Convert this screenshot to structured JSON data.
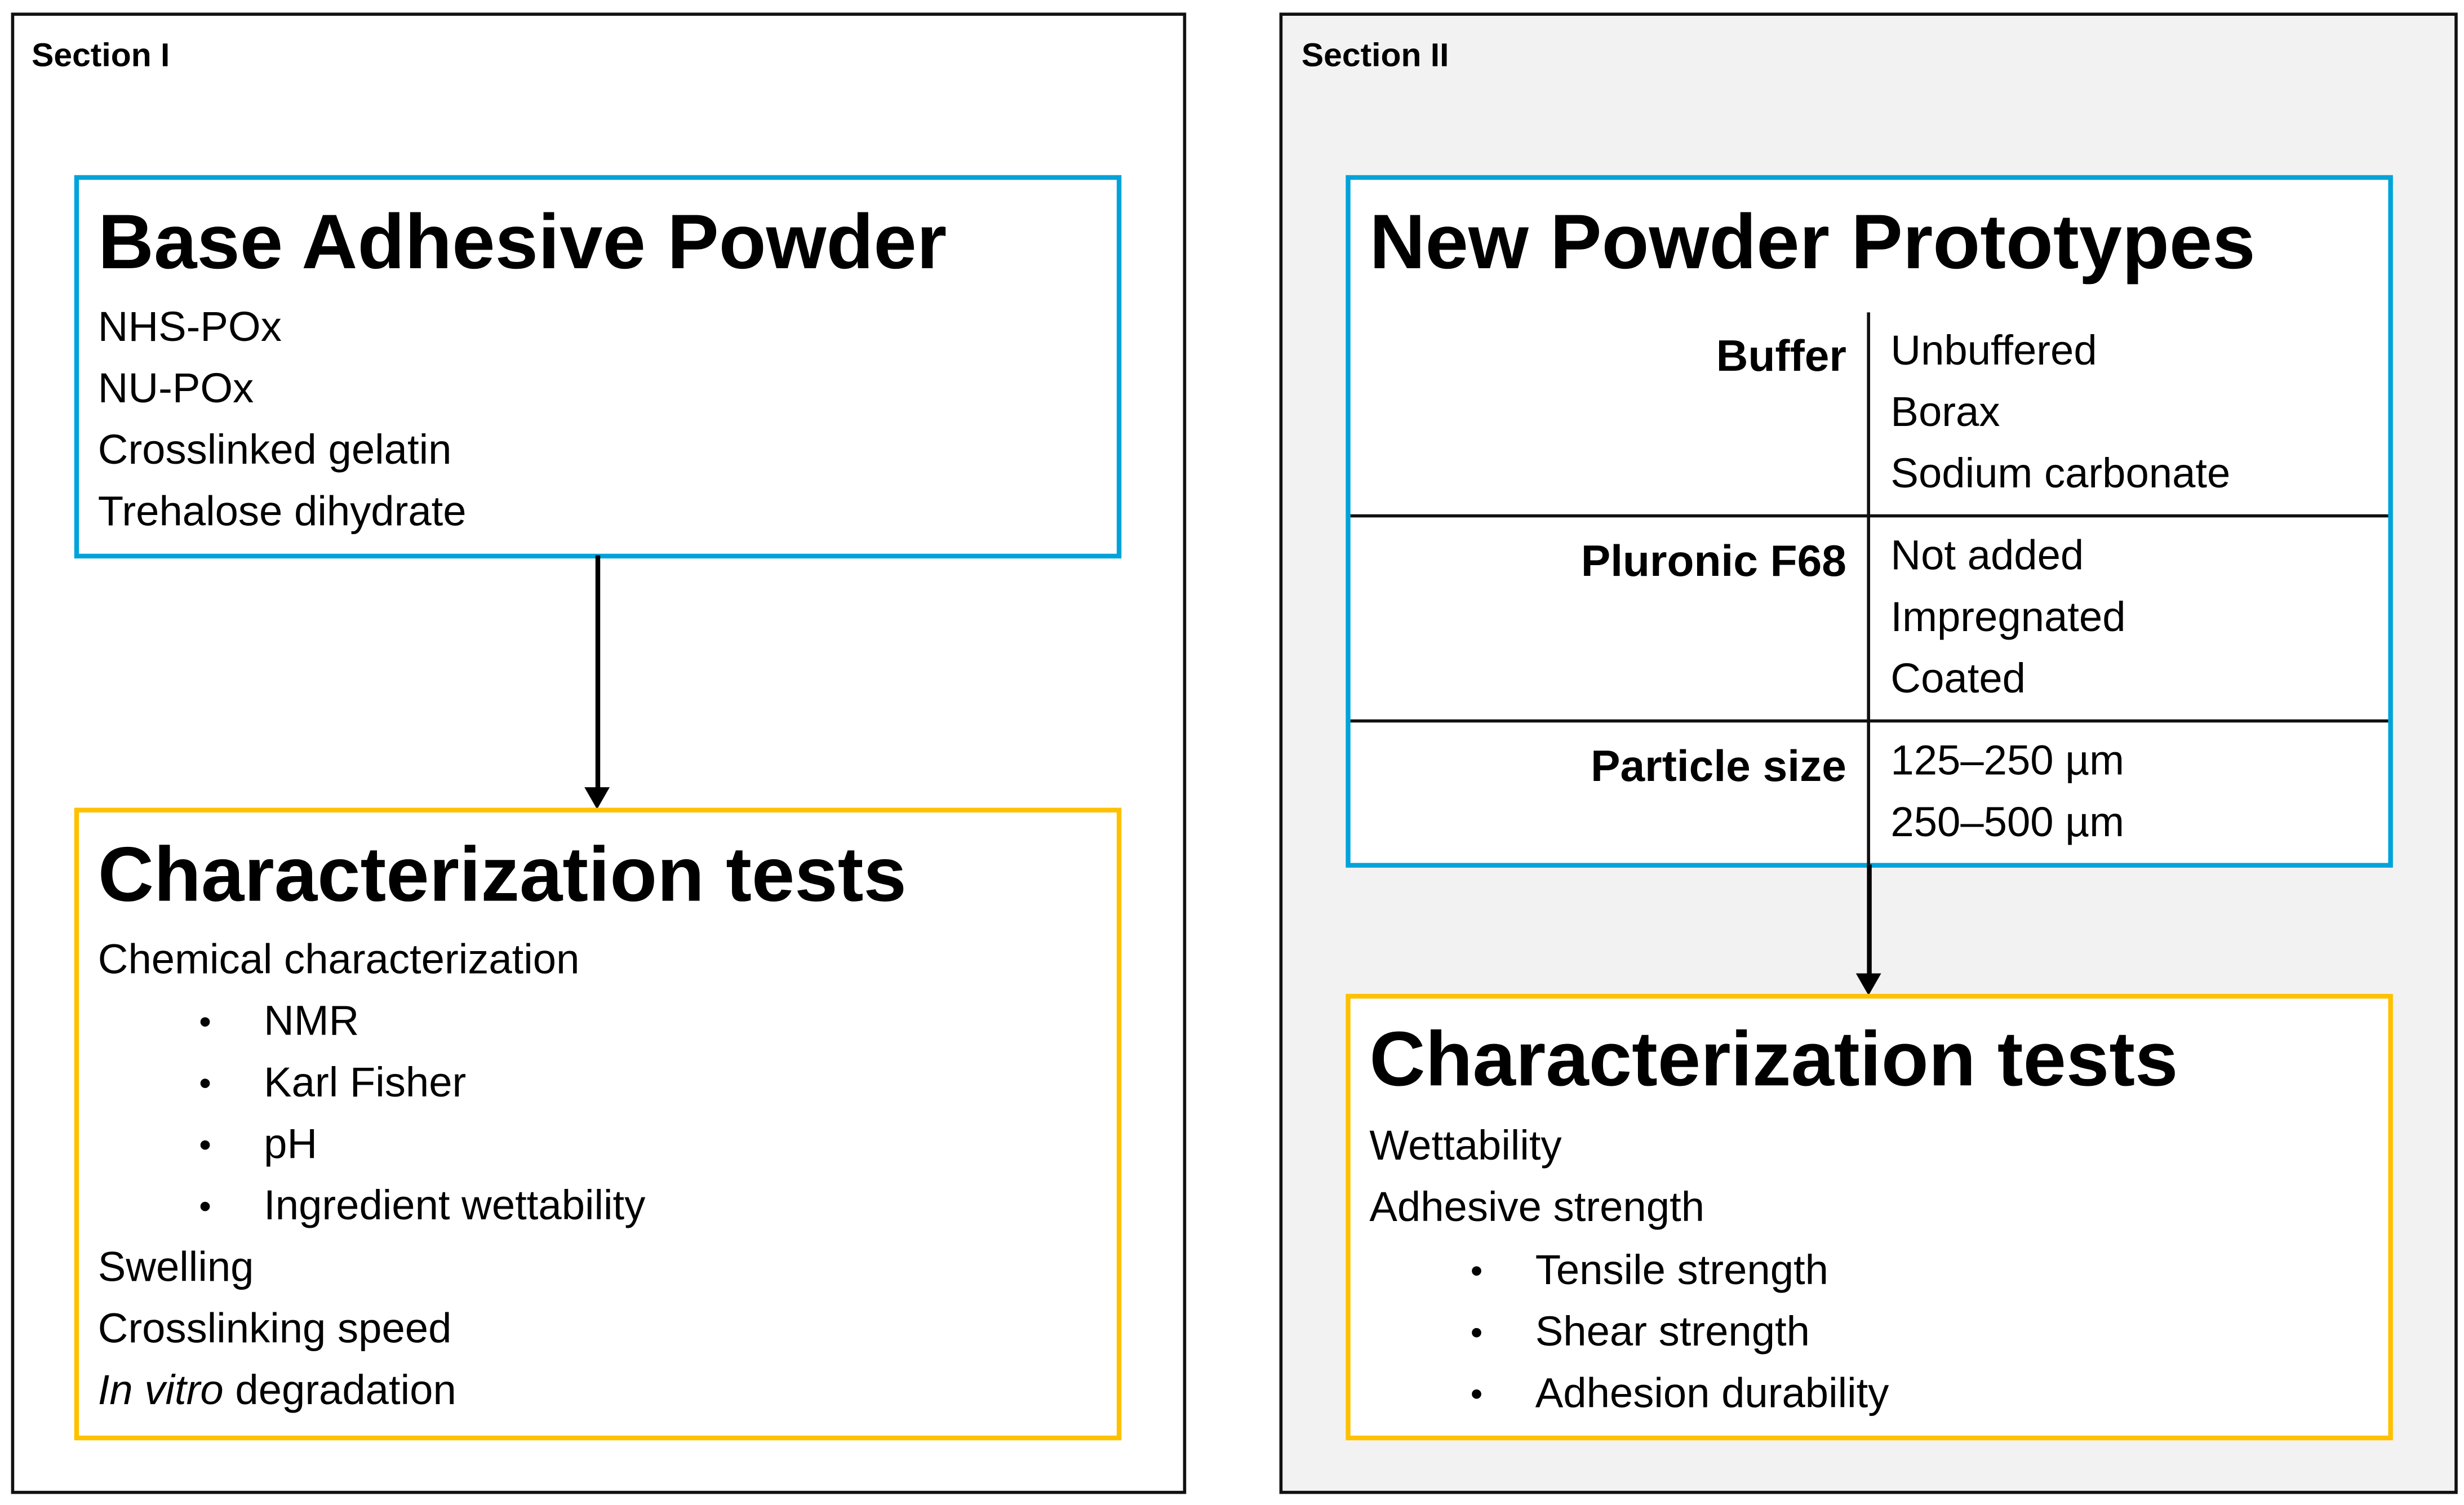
{
  "section1": {
    "label": "Section I",
    "base_box": {
      "title": "Base Adhesive Powder",
      "items": [
        "NHS-POx",
        "NU-POx",
        "Crosslinked gelatin",
        "Trehalose dihydrate"
      ]
    },
    "tests_box": {
      "title": "Characterization tests",
      "heading1": "Chemical characterization",
      "sub_items": [
        "NMR",
        "Karl Fisher",
        "pH",
        "Ingredient wettability"
      ],
      "items": [
        "Swelling",
        "Crosslinking speed"
      ],
      "last_italic": "In vitro",
      "last_rest": " degradation"
    }
  },
  "section2": {
    "label": "Section II",
    "prototypes_box": {
      "title": "New Powder Prototypes",
      "rows": [
        {
          "label": "Buffer",
          "values": [
            "Unbuffered",
            "Borax",
            "Sodium carbonate"
          ]
        },
        {
          "label": "Pluronic F68",
          "values": [
            "Not added",
            "Impregnated",
            "Coated"
          ]
        },
        {
          "label": "Particle size",
          "values": [
            "125–250 µm",
            "250–500 µm"
          ]
        }
      ]
    },
    "tests_box": {
      "title": "Characterization tests",
      "items": [
        "Wettability",
        "Adhesive strength"
      ],
      "sub_items": [
        "Tensile strength",
        "Shear strength",
        "Adhesion durability"
      ]
    }
  },
  "colors": {
    "blue_border": "#00A3D9",
    "yellow_border": "#FFC000",
    "section2_fill": "#F2F2F2"
  },
  "bullet_glyph": "•"
}
